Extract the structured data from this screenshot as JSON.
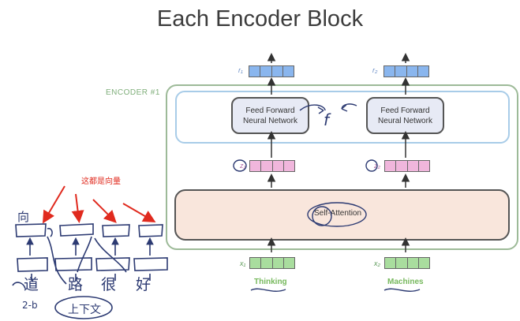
{
  "title": "Each Encoder Block",
  "encoder_label": "ENCODER #1",
  "ffn_label_line1": "Feed Forward",
  "ffn_label_line2": "Neural Network",
  "self_attention_label": "Self-Attention",
  "outputs": [
    {
      "symbol": "r₁"
    },
    {
      "symbol": "r₂"
    }
  ],
  "z_vectors": [
    {
      "symbol": "z₁"
    },
    {
      "symbol": "z₂"
    }
  ],
  "inputs": [
    {
      "symbol": "x₁",
      "word": "Thinking"
    },
    {
      "symbol": "x₂",
      "word": "Machines"
    }
  ],
  "annotations": {
    "red_note": "这都是向量",
    "f_mark": "f",
    "handwritten_words": [
      "道",
      "路",
      "很",
      "好"
    ],
    "handwritten_top": "向",
    "handwritten_bottom_left": "2-b",
    "handwritten_bottom_circle": "上下文"
  },
  "colors": {
    "output_vector": "#8ab6ee",
    "z_vector": "#f0b6dc",
    "input_vector": "#a9dd9e",
    "encoder_border": "#9dba98",
    "attention_fill": "#f9e6dc",
    "ffn_fill": "#e7eaf5",
    "annotation_red": "#e02a1e",
    "handwriting": "#2c3a72"
  }
}
